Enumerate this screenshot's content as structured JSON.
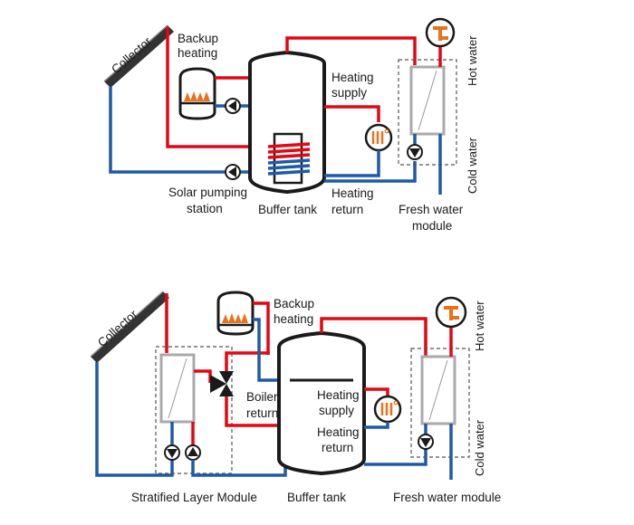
{
  "top": {
    "collector": "Collector",
    "backup_heating": [
      "Backup",
      "heating"
    ],
    "heating_supply": [
      "Heating",
      "supply"
    ],
    "heating_return": [
      "Heating",
      "return"
    ],
    "solar_pumping_station": [
      "Solar pumping",
      "station"
    ],
    "buffer_tank": "Buffer tank",
    "fresh_water_module": [
      "Fresh water",
      "module"
    ],
    "hot_water": "Hot water",
    "cold_water": "Cold water"
  },
  "bottom": {
    "collector": "Collector",
    "backup_heating": [
      "Backup",
      "heating"
    ],
    "boiler_return": [
      "Boiler",
      "return"
    ],
    "heating_supply": [
      "Heating",
      "supply"
    ],
    "heating_return": [
      "Heating",
      "return"
    ],
    "stratified_layer_module": "Stratified Layer Module",
    "buffer_tank": "Buffer tank",
    "fresh_water_module": "Fresh water module",
    "hot_water": "Hot water",
    "cold_water": "Cold water"
  },
  "colors": {
    "hot": "#e30613",
    "cold": "#1f5aa6",
    "outline": "#1a1a1a",
    "accent": "#e8731c",
    "module_frame": "#aaaaaa"
  },
  "icons": [
    "collector-panel-icon",
    "boiler-icon",
    "flame-icon",
    "pump-icon",
    "radiator-icon",
    "tap-icon",
    "heat-exchanger-icon",
    "three-way-valve-icon"
  ]
}
